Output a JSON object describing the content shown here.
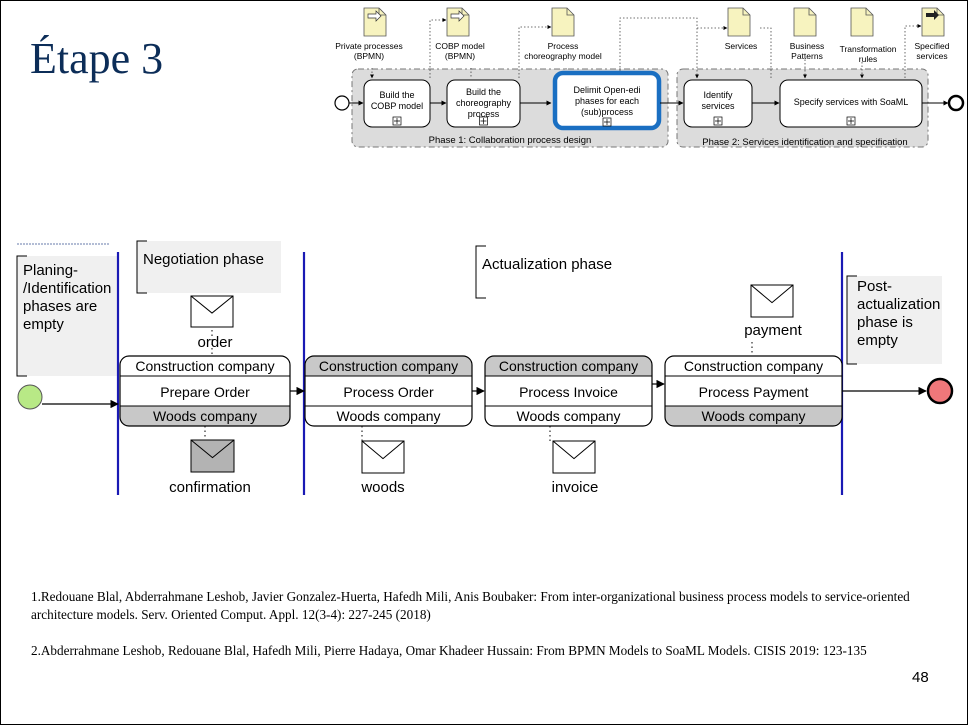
{
  "slide": {
    "title": "Étape 3",
    "page_number": "48",
    "references": [
      "1.Redouane Blal, Abderrahmane Leshob, Javier Gonzalez-Huerta, Hafedh Mili, Anis Boubaker: From inter-organizational business process models to service-oriented architecture models. Serv. Oriented Comput. Appl. 12(3-4): 227-245 (2018)",
      "2.Abderrahmane Leshob, Redouane Blal, Hafedh Mili, Pierre Hadaya, Omar Khadeer Hussain: From BPMN Models to SoaML Models. CISIS 2019: 123-135"
    ]
  },
  "process_overview": {
    "artifacts": [
      {
        "label": [
          "Private processes",
          "(BPMN)"
        ]
      },
      {
        "label": [
          "COBP model",
          "(BPMN)"
        ]
      },
      {
        "label": [
          "Process",
          "choreography model"
        ]
      },
      {
        "label": [
          "Services"
        ]
      },
      {
        "label": [
          "Business",
          "Patterns"
        ]
      },
      {
        "label": [
          "Transformation",
          "rules"
        ]
      },
      {
        "label": [
          "Specified",
          "services"
        ]
      }
    ],
    "tasks": [
      {
        "label": [
          "Build the",
          "COBP model"
        ]
      },
      {
        "label": [
          "Build the",
          "choreography",
          "process"
        ]
      },
      {
        "label": [
          "Delimit Open-edi",
          "phases for each",
          "(sub)process"
        ],
        "highlighted": true
      },
      {
        "label": [
          "Identify",
          "services"
        ]
      },
      {
        "label": [
          "Specify services with SoaML"
        ]
      }
    ],
    "phases": [
      {
        "label": "Phase 1: Collaboration process design"
      },
      {
        "label": "Phase 2: Services identification and specification"
      }
    ],
    "highlight_color": "#1a6fc2"
  },
  "choreography": {
    "annotations": {
      "planning": [
        "Planing-",
        "/Identification",
        " phases are",
        "empty"
      ],
      "negotiation": "Negotiation phase",
      "actualization": "Actualization phase",
      "post": [
        "Post-",
        "actualization",
        "phase is",
        "empty"
      ]
    },
    "tasks": [
      {
        "top": "Construction company",
        "name": "Prepare Order",
        "bottom": "Woods company",
        "shaded": "bottom"
      },
      {
        "top": "Construction company",
        "name": "Process Order",
        "bottom": "Woods company",
        "shaded": "top"
      },
      {
        "top": "Construction company",
        "name": "Process Invoice",
        "bottom": "Woods company",
        "shaded": "top"
      },
      {
        "top": "Construction company",
        "name": "Process Payment",
        "bottom": "Woods company",
        "shaded": "bottom"
      }
    ],
    "messages": {
      "order": "order",
      "confirmation": "confirmation",
      "woods": "woods",
      "invoice": "invoice",
      "payment": "payment"
    },
    "colors": {
      "participant_shade": "#c8c8c8",
      "phase_line": "#1a1ab4",
      "start_event": "#b8e986",
      "end_event": "#f0777a"
    }
  }
}
